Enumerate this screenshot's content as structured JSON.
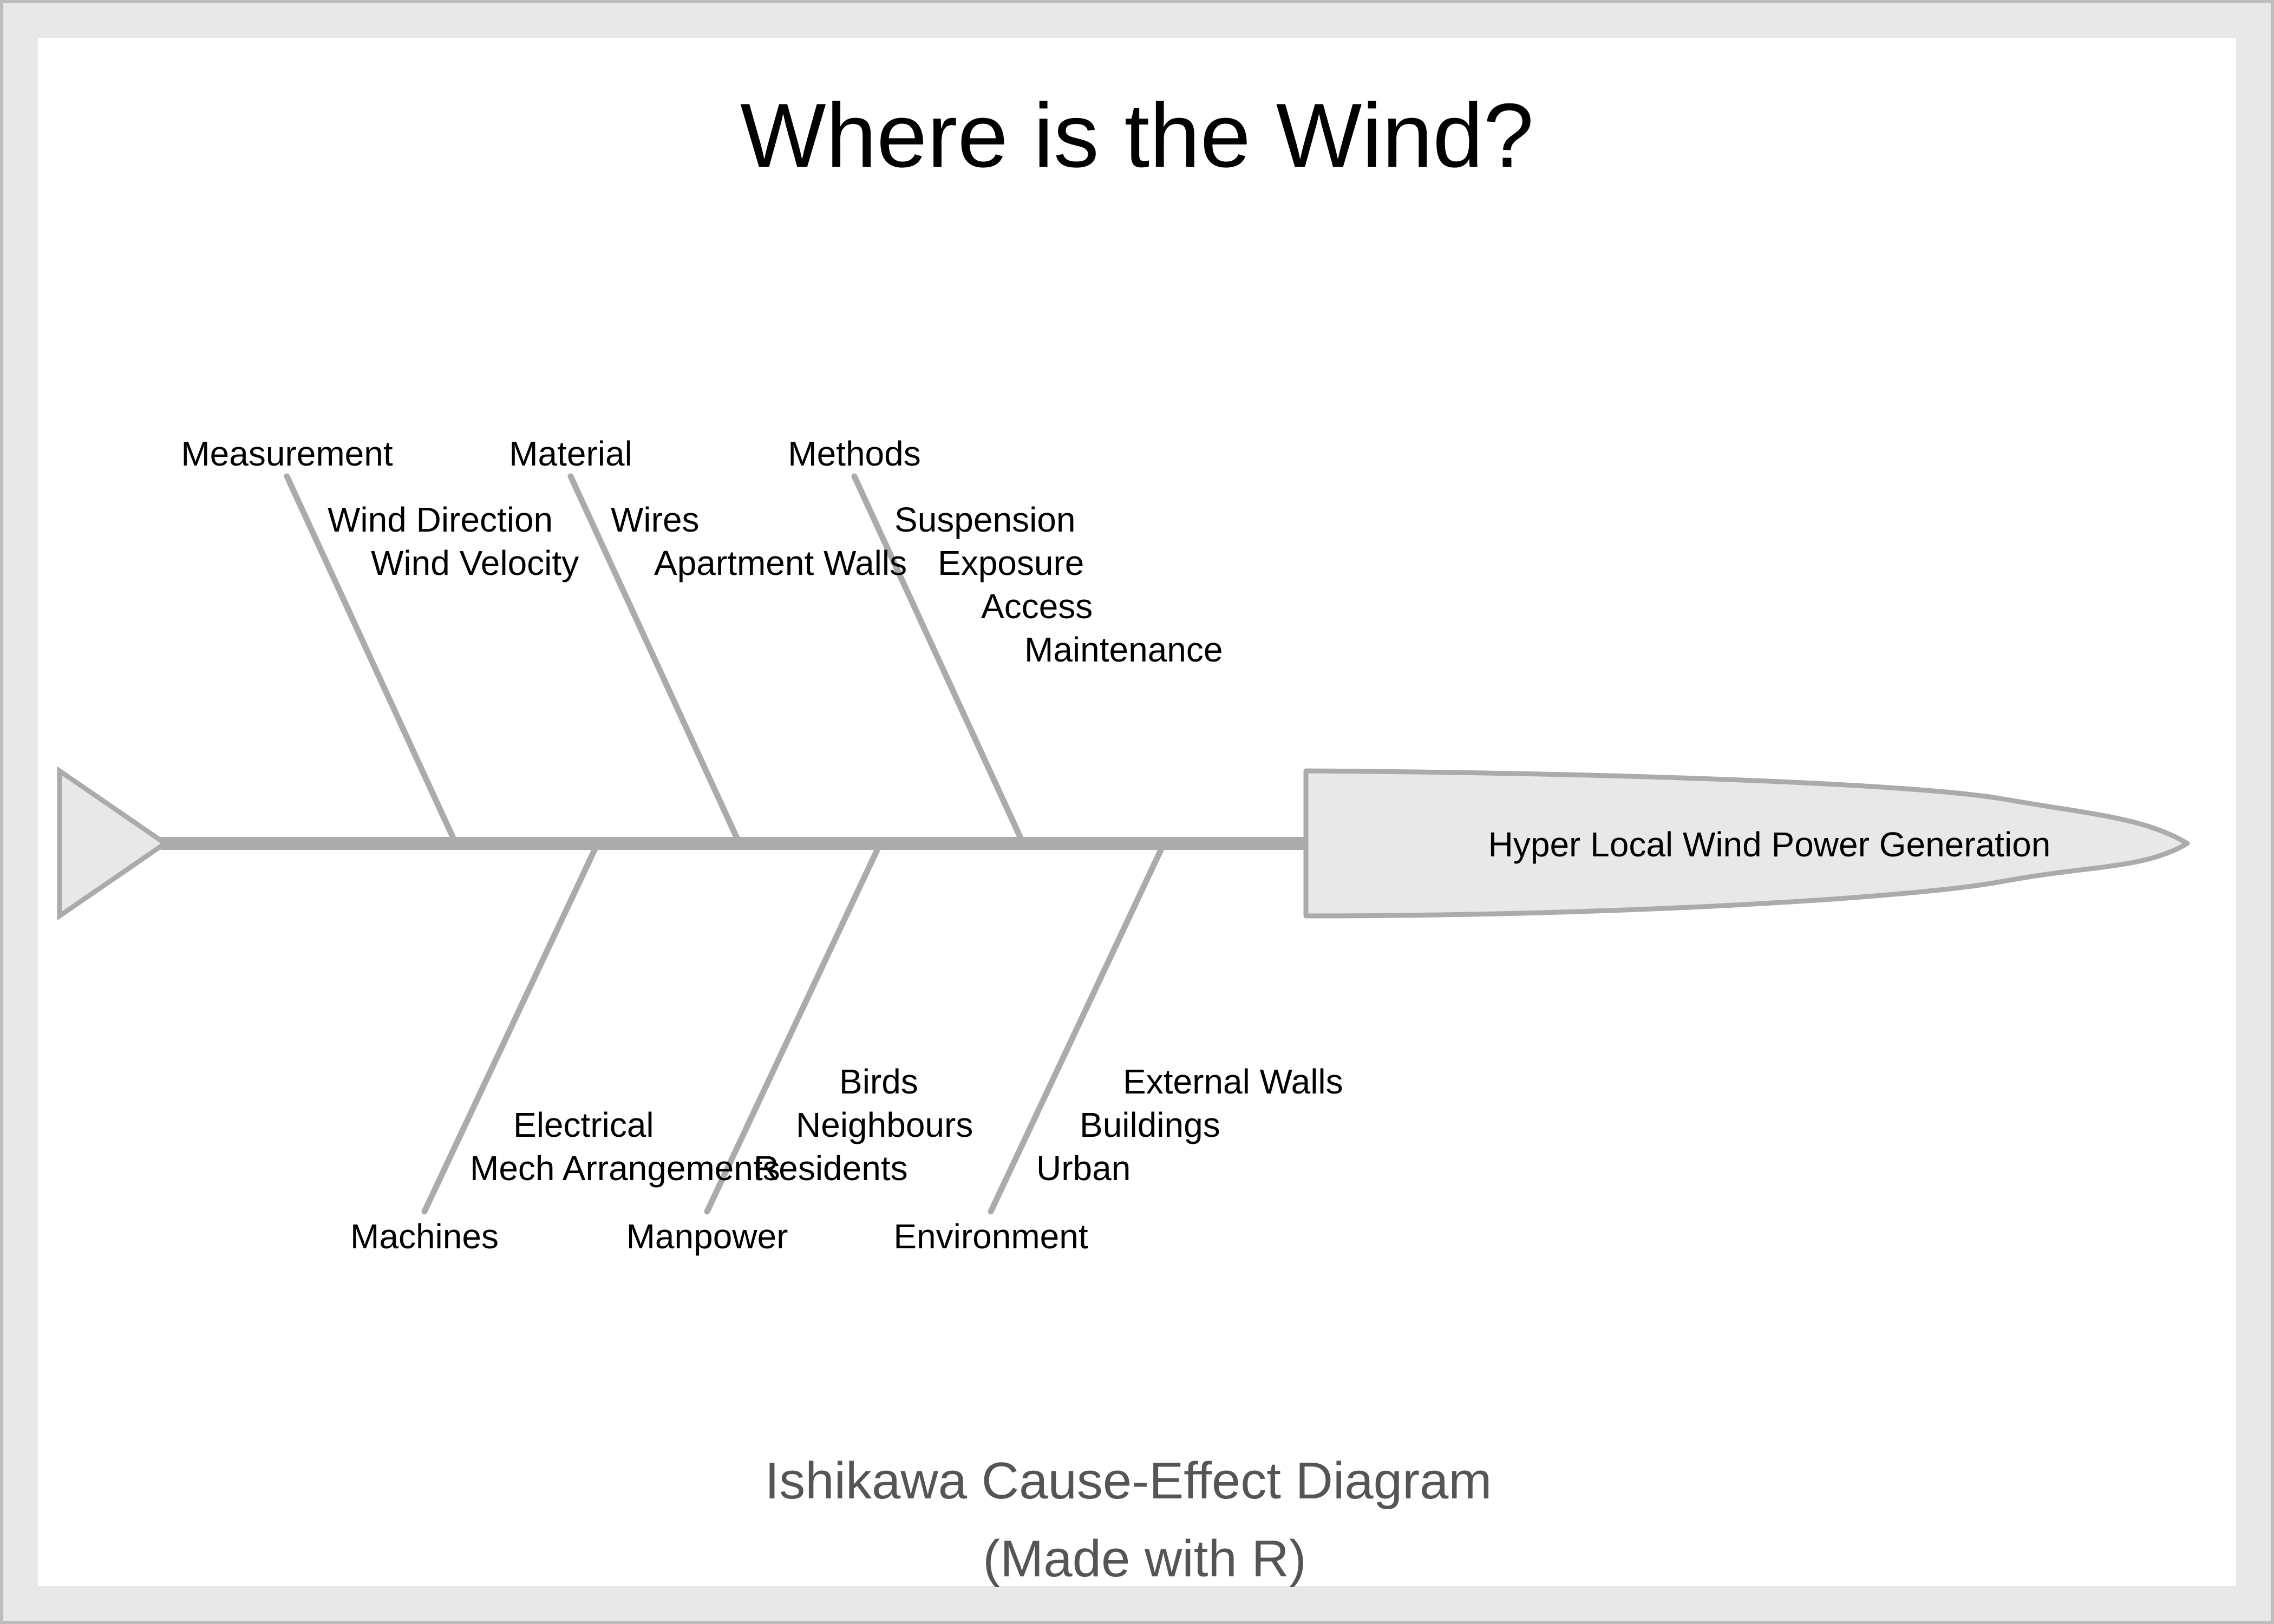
{
  "title": "Where is the Wind?",
  "effect": "Hyper Local Wind Power Generation",
  "footer": {
    "line1": "Ishikawa Cause-Effect Diagram",
    "line2": "(Made with R)"
  },
  "categories": [
    {
      "name": "Measurement",
      "side": "top",
      "causes": [
        "Wind Direction",
        "Wind Velocity"
      ]
    },
    {
      "name": "Material",
      "side": "top",
      "causes": [
        "Wires",
        "Apartment Walls"
      ]
    },
    {
      "name": "Methods",
      "side": "top",
      "causes": [
        "Suspension",
        "Exposure",
        "Access",
        "Maintenance"
      ]
    },
    {
      "name": "Machines",
      "side": "bottom",
      "causes": [
        "Electrical",
        "Mech Arrangements"
      ]
    },
    {
      "name": "Manpower",
      "side": "bottom",
      "causes": [
        "Birds",
        "Neighbours",
        "Residents"
      ]
    },
    {
      "name": "Environment",
      "side": "bottom",
      "causes": [
        "External Walls",
        "Buildings",
        "Urban"
      ]
    }
  ],
  "colors": {
    "bone": "#ababab",
    "fill": "#e8e8e8",
    "text": "#000000",
    "footer_text": "#555555"
  }
}
